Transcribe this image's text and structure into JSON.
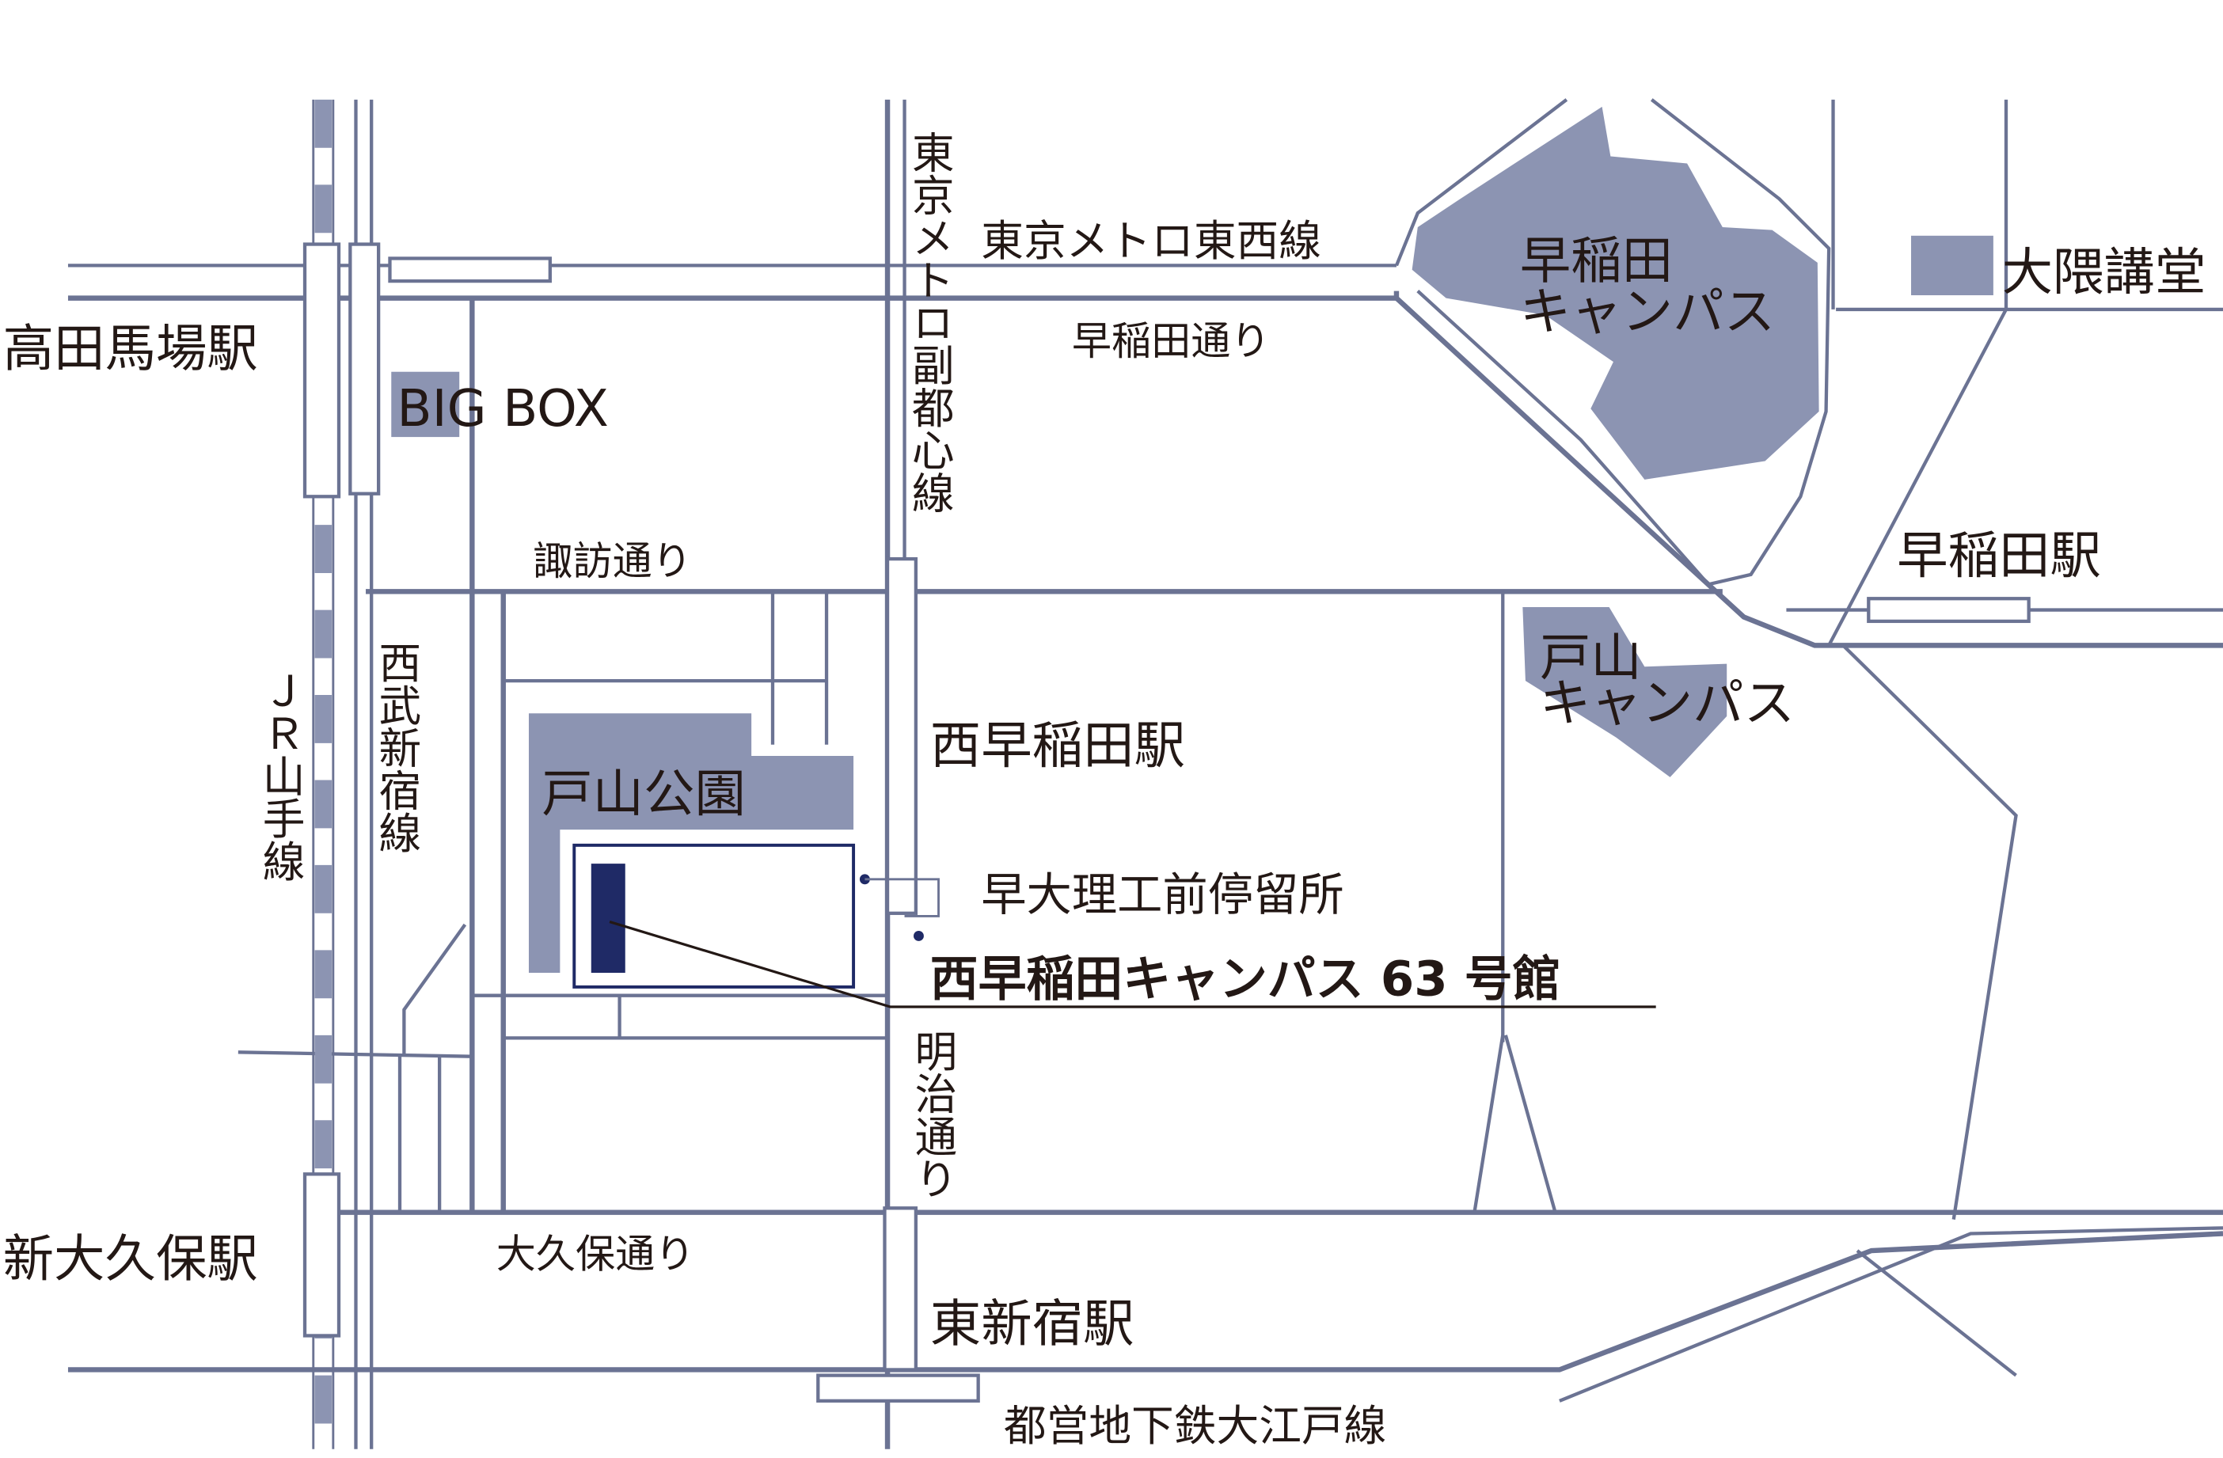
{
  "stations": {
    "takadanobaba": "高田馬場駅",
    "shin_okubo": "新大久保駅",
    "nishi_waseda": "西早稲田駅",
    "higashi_shinjuku": "東新宿駅",
    "waseda": "早稲田駅"
  },
  "lines": {
    "jr_yamanote": "ＪＲ山手線",
    "seibu_shinjuku": "西武新宿線",
    "metro_tozai": "東京メトロ東西線",
    "metro_fukutoshin": "東京メトロ副都心線",
    "toei_oedo": "都営地下鉄大江戸線"
  },
  "streets": {
    "waseda_dori": "早稲田通り",
    "suwa_dori": "諏訪通り",
    "meiji_dori": "明治通り",
    "okubo_dori": "大久保通り"
  },
  "places": {
    "big_box": "BIG BOX",
    "toyama_park": "戸山公園",
    "waseda_campus_line1": "早稲田",
    "waseda_campus_line2": "キャンパス",
    "toyama_campus_line1": "戸山",
    "toyama_campus_line2": "キャンパス",
    "okuma_auditorium": "大隈講堂",
    "bus_stop": "早大理工前停留所",
    "destination": "西早稲田キャンパス 63 号館"
  },
  "colors": {
    "road": "#6b7393",
    "area": "#8c94b2",
    "destination_building": "#1f2a66",
    "text": "#231815"
  }
}
